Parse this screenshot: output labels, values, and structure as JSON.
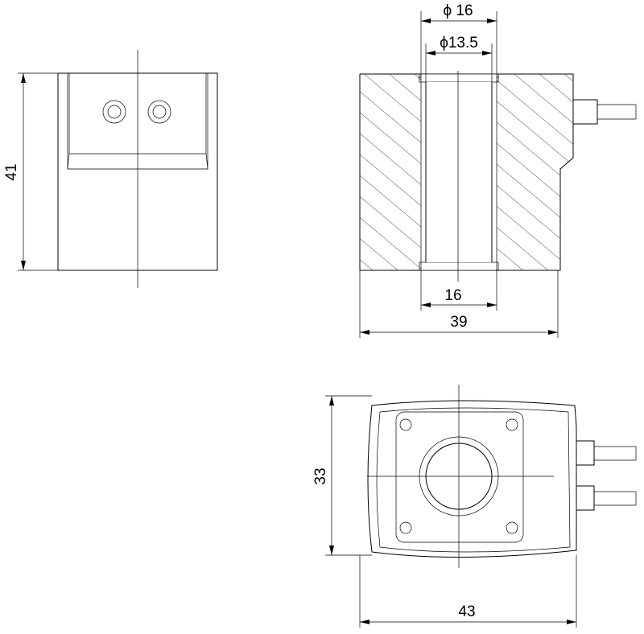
{
  "dimensions": {
    "height_41": "41",
    "bore_outer": "ϕ 16",
    "bore_inner": "ϕ13.5",
    "bottom_16": "16",
    "width_39": "39",
    "height_33": "33",
    "width_43": "43"
  },
  "colors": {
    "line": "#000000",
    "background": "#ffffff"
  }
}
